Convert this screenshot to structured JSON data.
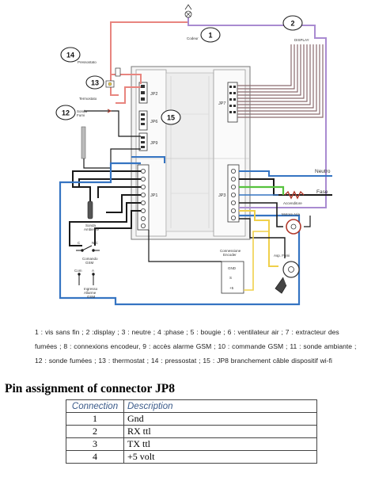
{
  "diagram": {
    "callouts": [
      "1",
      "2",
      "14",
      "13",
      "12",
      "15"
    ],
    "labels": {
      "codeur": "Codeur",
      "display": "DISPLAY",
      "pressostato": "Pressostato",
      "termostato": "Termostato",
      "sonda_fumi": "Sonda\nFumi",
      "jp2": "JP2",
      "jp6": "JP6",
      "jp9": "JP9",
      "jp7": "JP7",
      "jp1": "JP1",
      "jp3": "JP3",
      "neutro": "Neutro",
      "fase": "Fase",
      "accenditore": "Accenditore",
      "motore_aria": "Motore Aria",
      "sonda_ambiente": "Sonda\nAmbiente",
      "comando_gsm": "Comando\nGSM",
      "ingresso_allarme_gsm": "Ingresso\nAllarme\nGSM",
      "connessione_encoder": "Connessione\nEncoder",
      "asp_fumi": "Asp. Fumi",
      "gnd": "GND",
      "s": "S",
      "plus5": "+5"
    },
    "colors": {
      "red": "#e8857f",
      "purple": "#a98bd1",
      "blue": "#3574c2",
      "black": "#1a1a1a",
      "green": "#56c23d",
      "yellow": "#f0d04a",
      "brown_red": "#b13a2c",
      "ribbon": "#8a6a6e"
    }
  },
  "legend": {
    "line1": "1 : vis sans fin ; 2 :display ; 3 : neutre ; 4 :phase ; 5 : bougie ; 6 : ventilateur air ; 7 : extracteur des",
    "line2": "fumées ; 8 : connexions encodeur, 9 : accès alarme GSM ; 10 : commande GSM ; 11 : sonde ambiante ;",
    "line3": "12 : sonde fumées ; 13 : thermostat ; 14 : pressostat ; 15 : JP8 branchement câble dispositif wi-fi"
  },
  "pin_table": {
    "title": "Pin assignment of connector JP8",
    "headers": [
      "Connection",
      "Description"
    ],
    "rows": [
      [
        "1",
        "Gnd"
      ],
      [
        "2",
        "RX ttl"
      ],
      [
        "3",
        "TX ttl"
      ],
      [
        "4",
        "+5 volt"
      ]
    ]
  }
}
